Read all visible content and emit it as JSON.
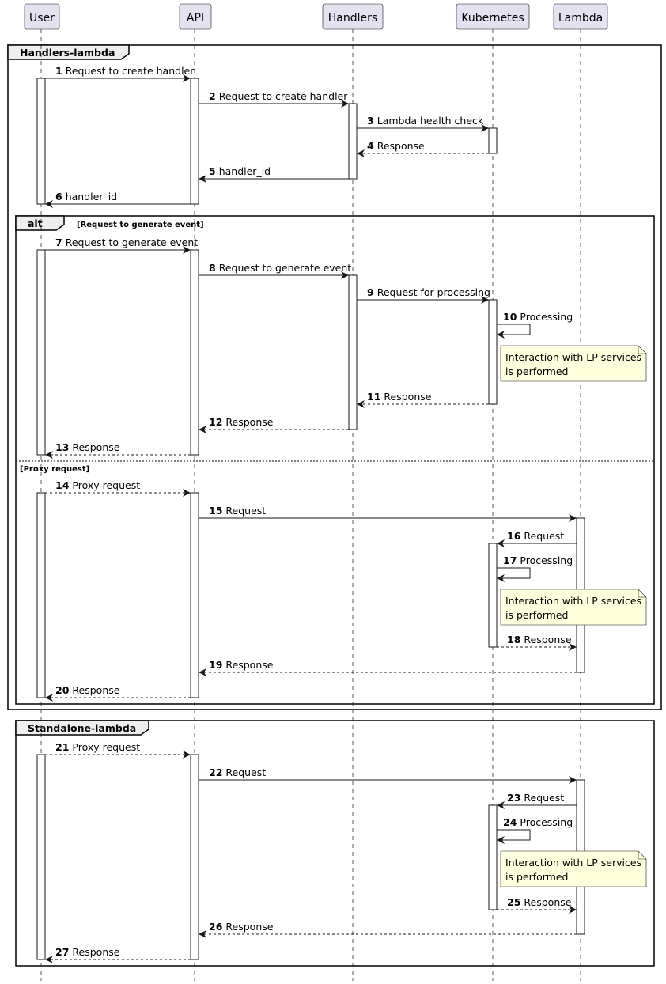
{
  "colors": {
    "participant_fill": "#E2E2F0",
    "participant_stroke": "#181818",
    "note_fill": "#FEFFDD",
    "group_tab_fill": "#EEEEEE",
    "lifeline": "#181818"
  },
  "participants": [
    {
      "id": "user",
      "label": "User"
    },
    {
      "id": "api",
      "label": "API"
    },
    {
      "id": "handlers",
      "label": "Handlers"
    },
    {
      "id": "kubernetes",
      "label": "Kubernetes"
    },
    {
      "id": "lambda",
      "label": "Lambda"
    }
  ],
  "groups": [
    {
      "id": "handlers-lambda",
      "title": "Handlers-lambda"
    },
    {
      "id": "alt",
      "title": "alt",
      "condition": "[Request to generate event]",
      "else_condition": "[Proxy request]"
    },
    {
      "id": "standalone-lambda",
      "title": "Standalone-lambda"
    }
  ],
  "messages": [
    {
      "n": "1",
      "label": "Request to create handler",
      "from": "user",
      "to": "api",
      "dashed": false
    },
    {
      "n": "2",
      "label": "Request to create handler",
      "from": "api",
      "to": "handlers",
      "dashed": false
    },
    {
      "n": "3",
      "label": "Lambda health check",
      "from": "handlers",
      "to": "kubernetes",
      "dashed": false
    },
    {
      "n": "4",
      "label": "Response",
      "from": "kubernetes",
      "to": "handlers",
      "dashed": true
    },
    {
      "n": "5",
      "label": "handler_id",
      "from": "handlers",
      "to": "api",
      "dashed": false
    },
    {
      "n": "6",
      "label": "handler_id",
      "from": "api",
      "to": "user",
      "dashed": false
    },
    {
      "n": "7",
      "label": "Request to generate event",
      "from": "user",
      "to": "api",
      "dashed": false
    },
    {
      "n": "8",
      "label": "Request to generate event",
      "from": "api",
      "to": "handlers",
      "dashed": false
    },
    {
      "n": "9",
      "label": "Request for processing",
      "from": "handlers",
      "to": "kubernetes",
      "dashed": false
    },
    {
      "n": "10",
      "label": "Processing",
      "from": "kubernetes",
      "to": "kubernetes",
      "dashed": false
    },
    {
      "n": "11",
      "label": "Response",
      "from": "kubernetes",
      "to": "handlers",
      "dashed": true
    },
    {
      "n": "12",
      "label": "Response",
      "from": "handlers",
      "to": "api",
      "dashed": true
    },
    {
      "n": "13",
      "label": "Response",
      "from": "api",
      "to": "user",
      "dashed": true
    },
    {
      "n": "14",
      "label": "Proxy request",
      "from": "user",
      "to": "api",
      "dashed": true
    },
    {
      "n": "15",
      "label": "Request",
      "from": "api",
      "to": "lambda",
      "dashed": false
    },
    {
      "n": "16",
      "label": "Request",
      "from": "lambda",
      "to": "kubernetes",
      "dashed": false
    },
    {
      "n": "17",
      "label": "Processing",
      "from": "kubernetes",
      "to": "kubernetes",
      "dashed": false
    },
    {
      "n": "18",
      "label": "Response",
      "from": "kubernetes",
      "to": "lambda",
      "dashed": true
    },
    {
      "n": "19",
      "label": "Response",
      "from": "lambda",
      "to": "api",
      "dashed": true
    },
    {
      "n": "20",
      "label": "Response",
      "from": "api",
      "to": "user",
      "dashed": true
    },
    {
      "n": "21",
      "label": "Proxy request",
      "from": "user",
      "to": "api",
      "dashed": true
    },
    {
      "n": "22",
      "label": "Request",
      "from": "api",
      "to": "lambda",
      "dashed": false
    },
    {
      "n": "23",
      "label": "Request",
      "from": "lambda",
      "to": "kubernetes",
      "dashed": false
    },
    {
      "n": "24",
      "label": "Processing",
      "from": "kubernetes",
      "to": "kubernetes",
      "dashed": false
    },
    {
      "n": "25",
      "label": "Response",
      "from": "kubernetes",
      "to": "lambda",
      "dashed": true
    },
    {
      "n": "26",
      "label": "Response",
      "from": "lambda",
      "to": "api",
      "dashed": true
    },
    {
      "n": "27",
      "label": "Response",
      "from": "api",
      "to": "user",
      "dashed": true
    }
  ],
  "notes": [
    {
      "lines": [
        "Interaction with LP services",
        "is performed"
      ]
    },
    {
      "lines": [
        "Interaction with LP services",
        "is performed"
      ]
    },
    {
      "lines": [
        "Interaction with LP services",
        "is performed"
      ]
    }
  ]
}
